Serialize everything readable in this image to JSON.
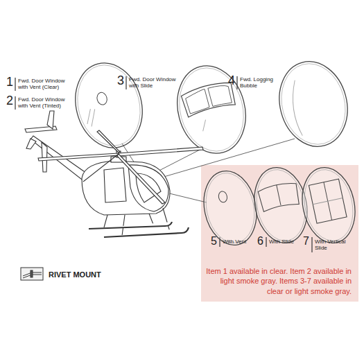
{
  "diagram": {
    "nodes": [
      {
        "text": [
          "Item 1 available in clear. Item 2 available in light smoke gray. Items 3-7 available in clear or light smoke gray."
        ]
      }
    ],
    "labels": [
      "1",
      "Fwd. Door Window with Vent (Clear)",
      "2",
      "Fwd. Door Window with Vent (Tinted)",
      "3",
      "Fwd. Door Window with Slide",
      "4",
      "Fwd. Logging Bubble",
      "5",
      "With Vent",
      "6",
      "With Slide",
      "7",
      "With Vertical Slide",
      "RIVET MOUNT"
    ]
  }
}
